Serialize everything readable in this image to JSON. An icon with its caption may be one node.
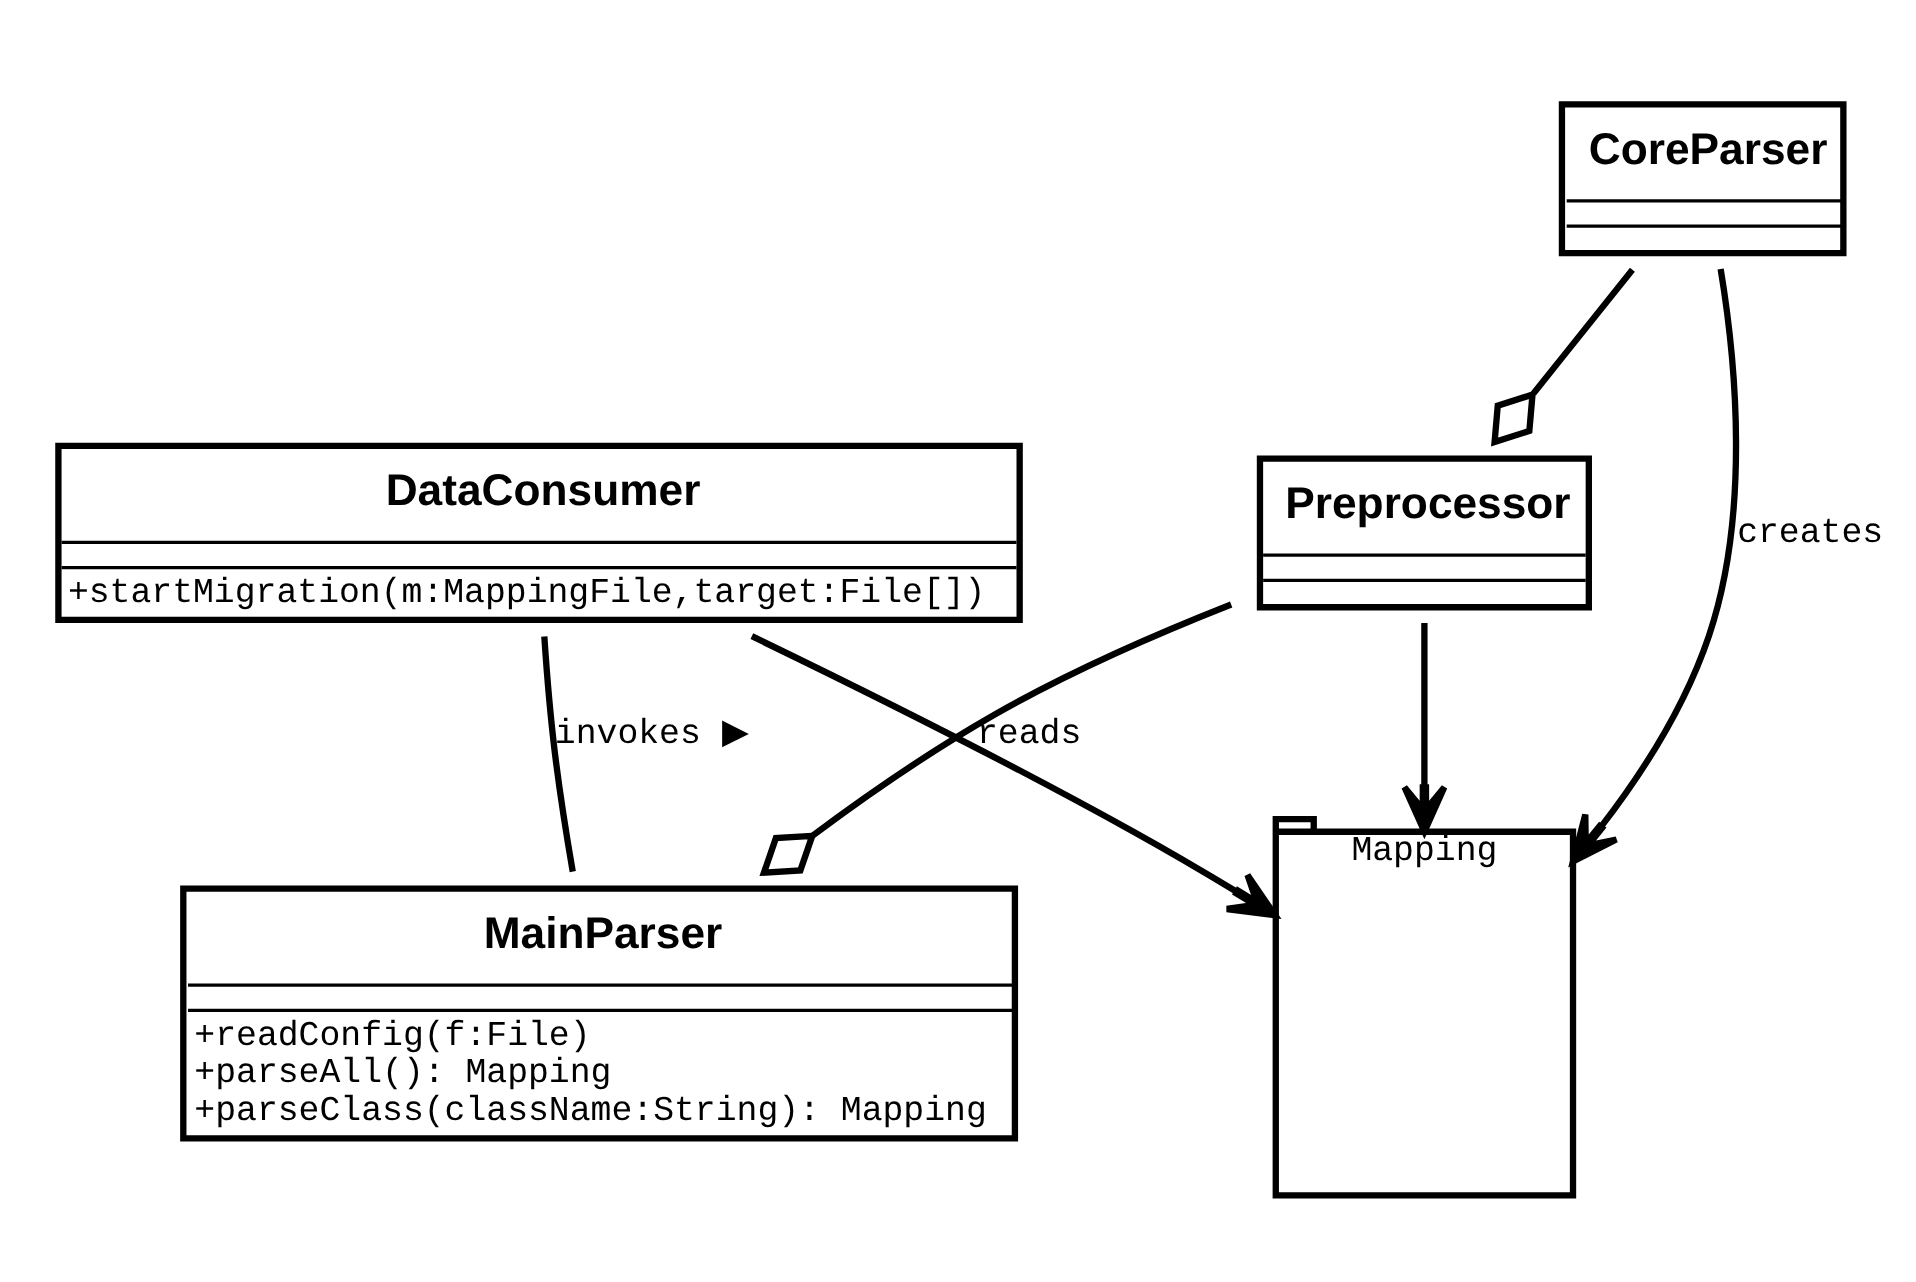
{
  "diagram": {
    "nodes": [
      {
        "text": [
          "DataConsumer",
          "+startMigration(m:MappingFile,target:File[])"
        ]
      },
      {
        "text": [
          "MainParser",
          "+readConfig(f:File)",
          "+parseAll(): Mapping",
          "+parseClass(className:String): Mapping"
        ]
      },
      {
        "text": [
          "Preprocessor"
        ]
      },
      {
        "text": [
          "CoreParser"
        ]
      },
      {
        "text": [
          "Mapping"
        ]
      }
    ],
    "edges": [
      {
        "from": 0,
        "to": 1,
        "arrow": "none",
        "label": "invokes ▶"
      },
      {
        "from": 2,
        "to": 1,
        "arrow": "other"
      },
      {
        "from": 3,
        "to": 2,
        "arrow": "other"
      },
      {
        "from": 2,
        "to": 4,
        "arrow": "to"
      },
      {
        "from": 3,
        "to": 4,
        "arrow": "to",
        "label": "creates"
      },
      {
        "from": 0,
        "to": 4,
        "arrow": "to",
        "label": "reads"
      }
    ]
  }
}
